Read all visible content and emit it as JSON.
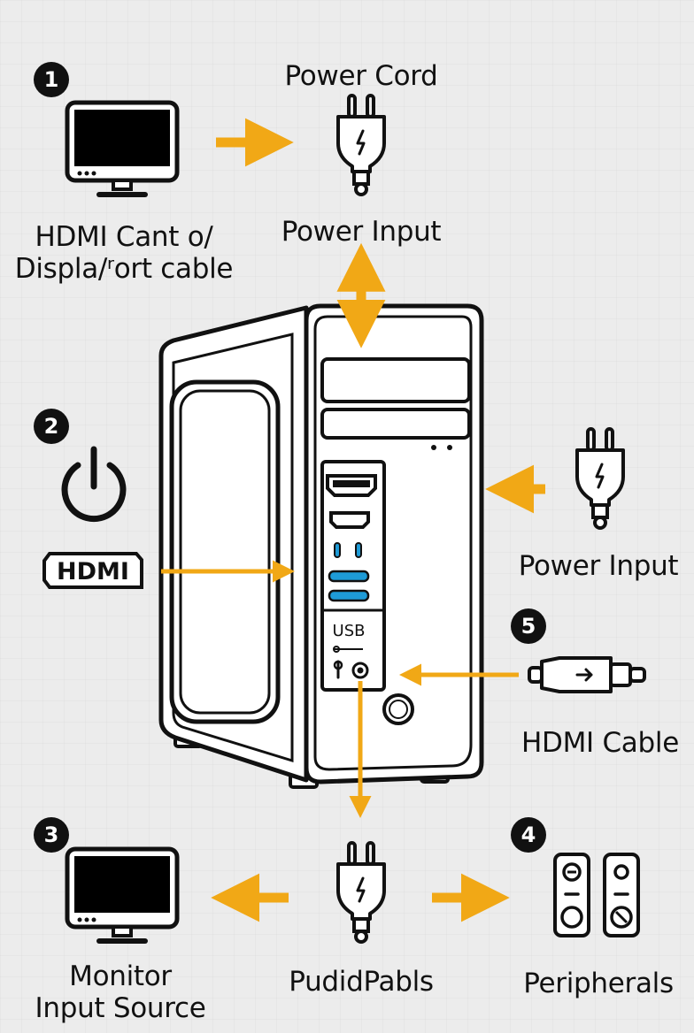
{
  "steps": [
    {
      "number": "1"
    },
    {
      "number": "2"
    },
    {
      "number": "3"
    },
    {
      "number": "4"
    },
    {
      "number": "5"
    }
  ],
  "labels": {
    "power_cord_top": "Power Cord",
    "hdmi_display_line1": "HDMI Cant o/",
    "hdmi_display_line2": "Displa/ʳort cable",
    "power_input_top": "Power Input",
    "power_input_right": "Power Input",
    "hdmi_cable": "HDMI Cable",
    "monitor_line1": "Monitor",
    "monitor_line2": "Input Source",
    "pudidpabls": "PudidPabls",
    "peripherals": "Peripherals"
  },
  "hdmi_logo_text": "HDMI",
  "usb_port_label": "USB",
  "icons": [
    "monitor-icon",
    "plug-icon",
    "power-symbol-icon",
    "hdmi-logo-icon",
    "pc-tower-icon",
    "hdmi-cable-plug-icon",
    "speakers-icon",
    "arrow-icon"
  ],
  "colors": {
    "arrow": "#f1a816",
    "line": "#111111",
    "usb_blue": "#1e9bd7",
    "background": "#ececec"
  }
}
